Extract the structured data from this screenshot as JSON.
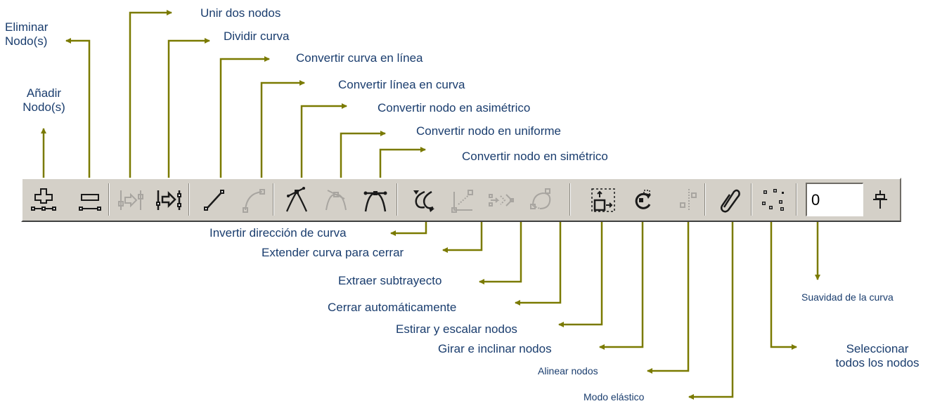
{
  "callouts": {
    "add_nodes": "Añadir\nNodo(s)",
    "delete_nodes": "Eliminar\nNodo(s)",
    "join_nodes": "Unir dos nodos",
    "break_curve": "Dividir curva",
    "to_line": "Convertir curva en línea",
    "to_curve": "Convertir línea en curva",
    "cusp": "Convertir nodo en asimétrico",
    "smooth": "Convertir nodo en uniforme",
    "symmetric": "Convertir nodo en simétrico",
    "reverse": "Invertir dirección de curva",
    "extend": "Extender curva para cerrar",
    "extract": "Extraer subtrayecto",
    "autoclose": "Cerrar automáticamente",
    "stretch": "Estirar y escalar nodos",
    "rotate": "Girar e inclinar nodos",
    "align": "Alinear nodos",
    "elastic": "Modo elástico",
    "curve_smoothness": "Suavidad de la curva",
    "select_all": "Seleccionar\ntodos los nodos"
  },
  "toolbar": {
    "smoothness_value": "0"
  },
  "icons": {
    "add": "add-node-icon",
    "delete": "delete-node-icon",
    "join": "join-nodes-icon",
    "break": "break-curve-icon",
    "to_line": "to-line-icon",
    "to_curve": "to-curve-icon",
    "cusp": "cusp-node-icon",
    "smooth": "smooth-node-icon",
    "symmetric": "symmetric-node-icon",
    "reverse": "reverse-direction-icon",
    "extend": "extend-close-icon",
    "extract": "extract-subpath-icon",
    "autoclose": "auto-close-icon",
    "stretch": "stretch-scale-icon",
    "rotate": "rotate-skew-icon",
    "align": "align-nodes-icon",
    "elastic": "elastic-mode-icon",
    "select_all": "select-all-nodes-icon",
    "slider": "slider-icon"
  },
  "colors": {
    "arrow": "#7a7a00",
    "label_text": "#1a3d6e",
    "toolbar_bg": "#d4d0c8",
    "icon_active": "#1a1a1a",
    "icon_disabled": "#a8a5a0"
  }
}
